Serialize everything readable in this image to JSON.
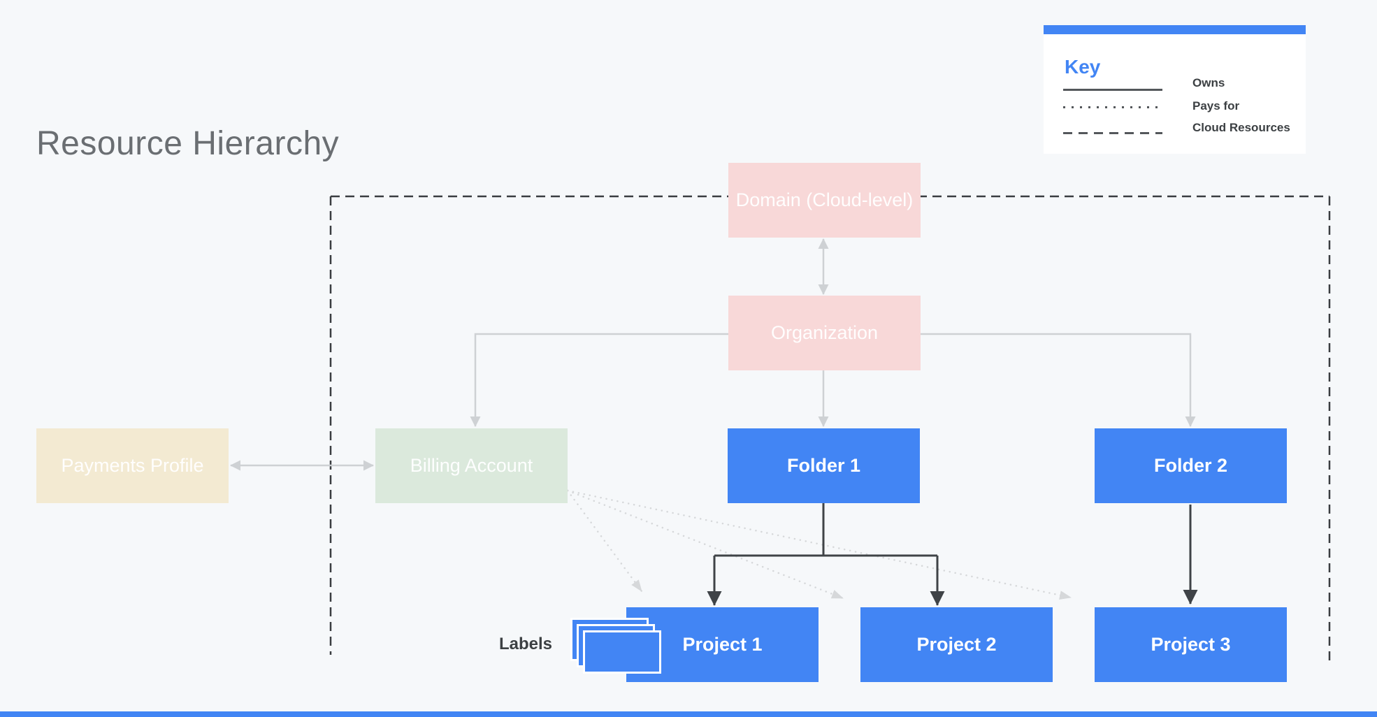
{
  "title": "Resource Hierarchy",
  "key": {
    "title": "Key",
    "entries": [
      {
        "style": "solid",
        "label": "Owns"
      },
      {
        "style": "dotted",
        "label": "Pays for"
      },
      {
        "style": "dashed",
        "label": "Cloud Resources"
      }
    ]
  },
  "nodes": {
    "domain": {
      "label": "Domain (Cloud-level)"
    },
    "organization": {
      "label": "Organization"
    },
    "payments_profile": {
      "label": "Payments Profile"
    },
    "billing_account": {
      "label": "Billing Account"
    },
    "folder1": {
      "label": "Folder 1"
    },
    "folder2": {
      "label": "Folder 2"
    },
    "project1": {
      "label": "Project 1"
    },
    "project2": {
      "label": "Project 2"
    },
    "project3": {
      "label": "Project 3"
    }
  },
  "labels_caption": "Labels",
  "edges": [
    {
      "from": "domain",
      "to": "organization",
      "type": "owns",
      "bidirectional": true
    },
    {
      "from": "payments_profile",
      "to": "billing_account",
      "type": "owns",
      "bidirectional": true
    },
    {
      "from": "organization",
      "to": "billing_account",
      "type": "owns"
    },
    {
      "from": "organization",
      "to": "folder1",
      "type": "owns"
    },
    {
      "from": "organization",
      "to": "folder2",
      "type": "owns"
    },
    {
      "from": "folder1",
      "to": "project1",
      "type": "owns"
    },
    {
      "from": "folder1",
      "to": "project2",
      "type": "owns"
    },
    {
      "from": "folder2",
      "to": "project3",
      "type": "owns"
    },
    {
      "from": "billing_account",
      "to": "project1",
      "type": "pays_for"
    },
    {
      "from": "billing_account",
      "to": "project2",
      "type": "pays_for"
    },
    {
      "from": "billing_account",
      "to": "project3",
      "type": "pays_for"
    }
  ],
  "colors": {
    "accent_blue": "#4285f4",
    "pastel_pink": "#f8d8d8",
    "pastel_green": "#dbe9dc",
    "pastel_cream": "#f3ead2",
    "background": "#f6f8fa",
    "dark_line": "#3f4347",
    "gray_line": "#ced1d4"
  }
}
